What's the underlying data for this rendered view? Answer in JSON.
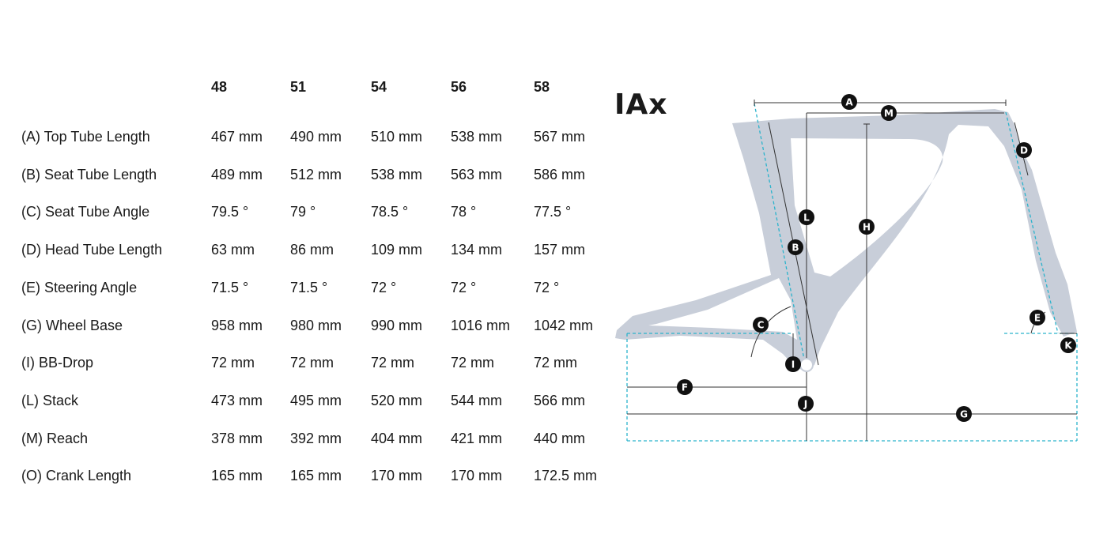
{
  "columns": [
    "48",
    "51",
    "54",
    "56",
    "58"
  ],
  "rows": [
    {
      "label": "(A) Top Tube Length",
      "values": [
        "467 mm",
        "490 mm",
        "510 mm",
        "538 mm",
        "567 mm"
      ]
    },
    {
      "label": "(B) Seat Tube Length",
      "values": [
        "489 mm",
        "512 mm",
        "538 mm",
        "563 mm",
        "586 mm"
      ]
    },
    {
      "label": "(C) Seat Tube Angle",
      "values": [
        "79.5 °",
        "79 °",
        "78.5 °",
        "78 °",
        "77.5 °"
      ]
    },
    {
      "label": "(D) Head Tube Length",
      "values": [
        "63 mm",
        "86 mm",
        "109 mm",
        "134 mm",
        "157 mm"
      ]
    },
    {
      "label": "(E) Steering Angle",
      "values": [
        "71.5 °",
        "71.5 °",
        "72 °",
        "72 °",
        "72 °"
      ]
    },
    {
      "label": "(G) Wheel Base",
      "values": [
        "958 mm",
        "980 mm",
        "990 mm",
        "1016 mm",
        "1042 mm"
      ]
    },
    {
      "label": "(I) BB-Drop",
      "values": [
        "72 mm",
        "72 mm",
        "72 mm",
        "72 mm",
        "72 mm"
      ]
    },
    {
      "label": "(L) Stack",
      "values": [
        "473 mm",
        "495 mm",
        "520 mm",
        "544 mm",
        "566 mm"
      ]
    },
    {
      "label": "(M) Reach",
      "values": [
        "378 mm",
        "392 mm",
        "404 mm",
        "421 mm",
        "440 mm"
      ]
    },
    {
      "label": "(O) Crank Length",
      "values": [
        "165 mm",
        "165 mm",
        "170 mm",
        "170 mm",
        "172.5 mm"
      ]
    }
  ],
  "model_name": "IAx",
  "diagram": {
    "markers": [
      "A",
      "M",
      "D",
      "L",
      "H",
      "B",
      "C",
      "E",
      "K",
      "I",
      "F",
      "J",
      "G"
    ]
  },
  "colors": {
    "frame": "#c8ced9",
    "dashed": "#2bb3cc",
    "marker": "#111111",
    "text": "#1a1a1a"
  }
}
